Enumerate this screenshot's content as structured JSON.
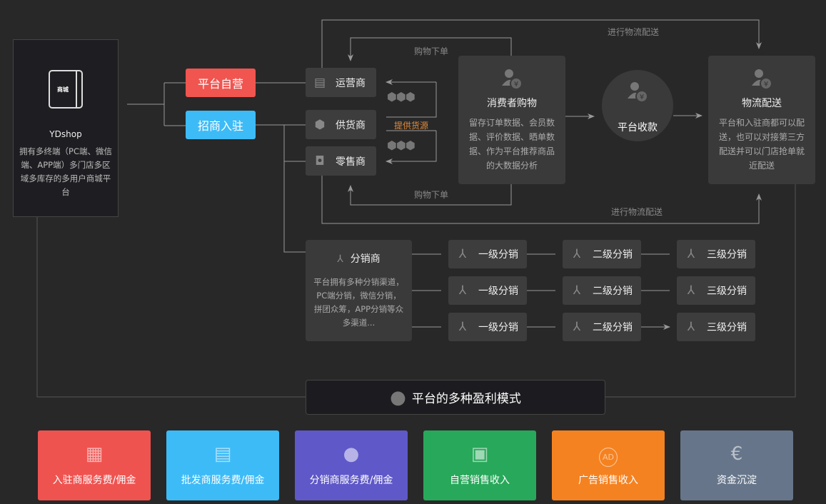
{
  "left_panel": {
    "logo_text": "商城",
    "title": "YDshop",
    "description": "拥有多终端（PC端、微信端、APP端）多门店多区域多库存的多用户商城平台"
  },
  "modes": {
    "self_operated": "平台自营",
    "merchant_entry": "招商入驻"
  },
  "roles": {
    "operator": "运营商",
    "supplier": "供货商",
    "retailer": "零售商"
  },
  "labels": {
    "supply": "提供货源",
    "order_top": "购物下单",
    "order_bottom": "购物下单",
    "delivery_top": "进行物流配送",
    "delivery_bottom": "进行物流配送"
  },
  "consumer": {
    "title": "消费者购物",
    "description": "留存订单数据、会员数据、评价数据、晒单数据、作为平台推荐商品的大数据分析"
  },
  "payment": {
    "title": "平台收款"
  },
  "logistics": {
    "title": "物流配送",
    "description": "平台和入驻商都可以配送，也可以对接第三方配送并可以门店抢单就近配送"
  },
  "distributor": {
    "title": "分销商",
    "description": "平台拥有多种分销渠道，PC端分销，微信分销，拼团众筹，APP分销等众多渠道..."
  },
  "distribution_levels": [
    "一级分销",
    "二级分销",
    "三级分销"
  ],
  "profit": {
    "title": "平台的多种盈利模式"
  },
  "profit_cards": [
    {
      "label": "入驻商服务费/佣金",
      "color": "#ef5350",
      "icon": "store-icon"
    },
    {
      "label": "批发商服务费/佣金",
      "color": "#3dbbf7",
      "icon": "box-icon"
    },
    {
      "label": "分销商服务费/佣金",
      "color": "#5f58c9",
      "icon": "people-icon"
    },
    {
      "label": "自营销售收入",
      "color": "#28a85a",
      "icon": "bag-yen-icon"
    },
    {
      "label": "广告销售收入",
      "color": "#f58220",
      "icon": "ad-icon"
    },
    {
      "label": "资金沉淀",
      "color": "#66758a",
      "icon": "euro-icon"
    }
  ],
  "ad_icon_text": "AD"
}
